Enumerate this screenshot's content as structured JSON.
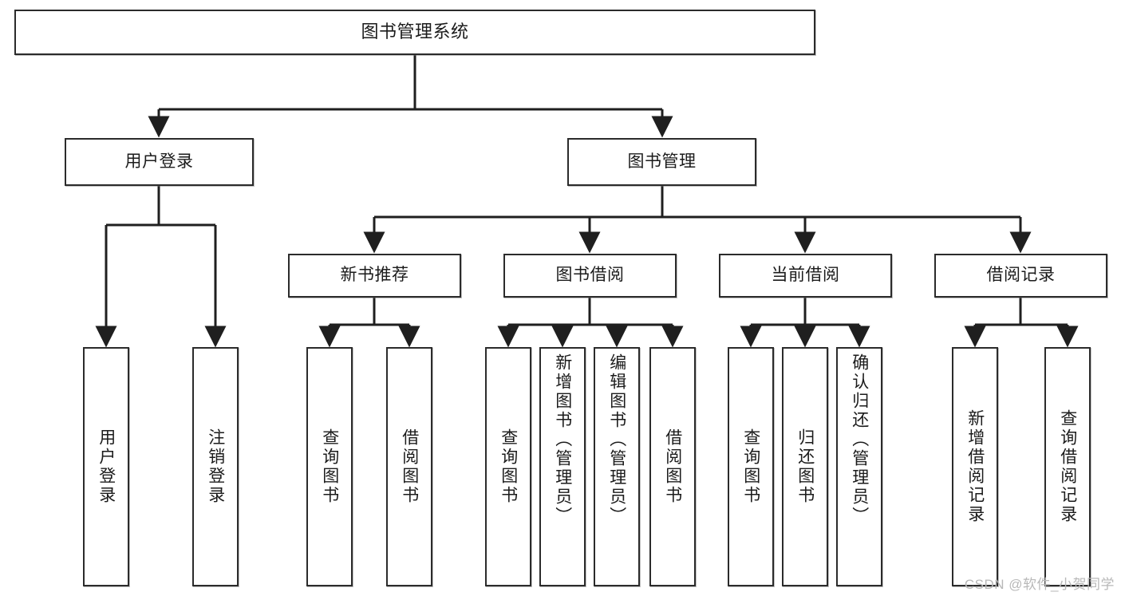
{
  "diagram": {
    "title": "图书管理系统",
    "type": "tree",
    "colors": {
      "box_border": "#2b2b2b",
      "box_fill": "#ffffff",
      "edge": "#1f1f1f",
      "text": "#1b1b1b",
      "watermark": "#b8b8b8"
    },
    "nodes": {
      "root": {
        "label": "图书管理系统"
      },
      "level2": [
        {
          "label": "用户登录"
        },
        {
          "label": "图书管理"
        }
      ],
      "level3": [
        {
          "label": "新书推荐"
        },
        {
          "label": "图书借阅"
        },
        {
          "label": "当前借阅"
        },
        {
          "label": "借阅记录"
        }
      ],
      "leaves": {
        "user_login": [
          {
            "label": "用户登录"
          },
          {
            "label": "注销登录"
          }
        ],
        "new_book_recommend": [
          {
            "label": "查询图书"
          },
          {
            "label": "借阅图书"
          }
        ],
        "book_borrow": [
          {
            "label": "查询图书"
          },
          {
            "label": "新增图书（管理员）"
          },
          {
            "label": "编辑图书（管理员）"
          },
          {
            "label": "借阅图书"
          }
        ],
        "current_borrow": [
          {
            "label": "查询图书"
          },
          {
            "label": "归还图书"
          },
          {
            "label": "确认归还（管理员）"
          }
        ],
        "borrow_record": [
          {
            "label": "新增借阅记录"
          },
          {
            "label": "查询借阅记录"
          }
        ]
      }
    }
  },
  "watermark": {
    "text": "CSDN @软件_小贺同学"
  }
}
